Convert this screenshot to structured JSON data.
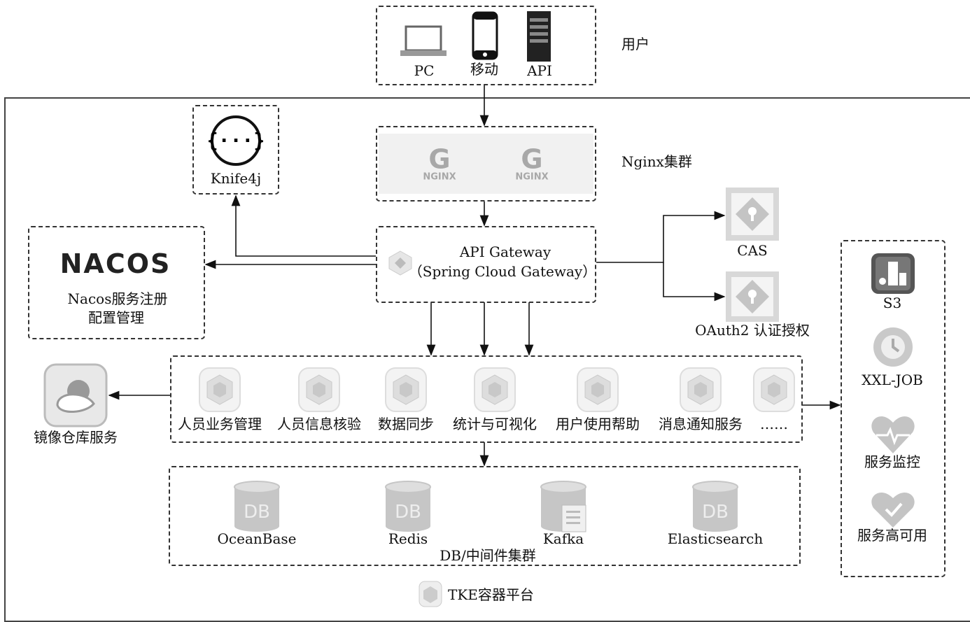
{
  "users": {
    "title": "用户",
    "items": [
      {
        "label": "PC",
        "icon": "laptop-icon"
      },
      {
        "label": "移动",
        "icon": "phone-icon"
      },
      {
        "label": "API",
        "icon": "server-icon"
      }
    ]
  },
  "knife4j": {
    "label": "Knife4j",
    "icon": "braces-icon"
  },
  "nginx": {
    "title": "Nginx集群",
    "logo_text": "NGINX"
  },
  "gateway": {
    "line1": "API Gateway",
    "line2": "（Spring Cloud Gateway）"
  },
  "nacos": {
    "logo_text": "NACOS",
    "line1": "Nacos服务注册",
    "line2": "配置管理"
  },
  "auth": {
    "cas": "CAS",
    "oauth": "OAuth2 认证授权"
  },
  "ops": {
    "items": [
      {
        "label": "S3"
      },
      {
        "label": "XXL-JOB"
      },
      {
        "label": "服务监控"
      },
      {
        "label": "服务高可用"
      }
    ]
  },
  "services": {
    "items": [
      "人员业务管理",
      "人员信息核验",
      "数据同步",
      "统计与可视化",
      "用户使用帮助",
      "消息通知服务",
      "……"
    ]
  },
  "registry": {
    "label": "镜像仓库服务"
  },
  "db": {
    "title": "DB/中间件集群",
    "items": [
      "OceanBase",
      "Redis",
      "Kafka",
      "Elasticsearch"
    ],
    "icon_text": "DB"
  },
  "platform": {
    "label": "TKE容器平台"
  }
}
